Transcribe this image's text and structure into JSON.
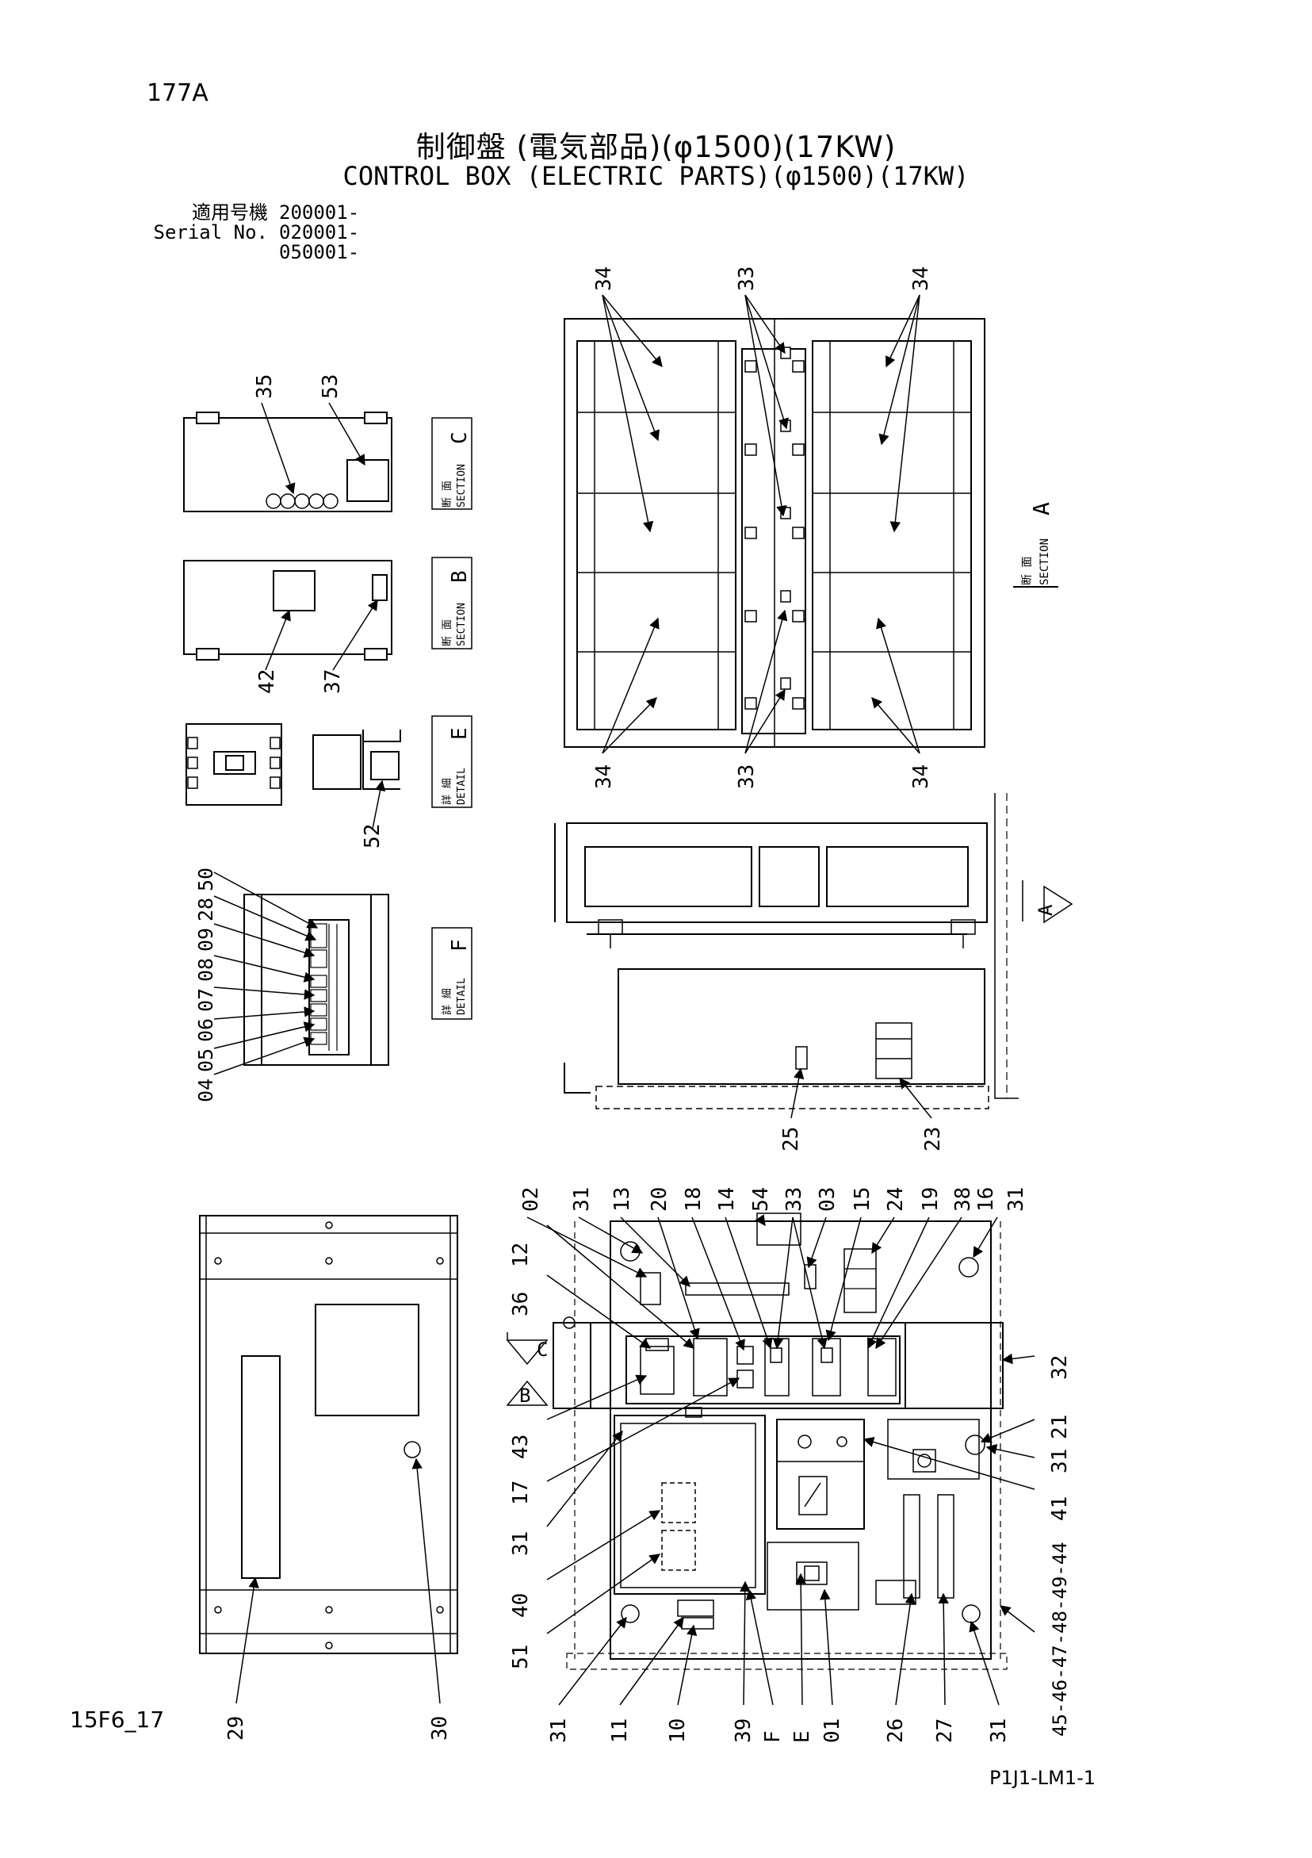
{
  "header": {
    "page_number": "177A",
    "title_jp": "制御盤 (電気部品)(φ1500)(17KW)",
    "title_en": "CONTROL BOX (ELECTRIC PARTS)(φ1500)(17KW)",
    "serial_label_jp": "適用号機",
    "serial_label_en": "Serial No.",
    "serials": [
      "200001-",
      "020001-",
      "050001-"
    ]
  },
  "sections": {
    "section_word_jp": "断 面",
    "section_word_en": "SECTION",
    "detail_word_jp": "詳 細",
    "detail_word_en": "DETAIL",
    "letters": [
      "A",
      "B",
      "C",
      "E",
      "F"
    ]
  },
  "callouts": {
    "top_view": [
      "34",
      "33",
      "34",
      "34",
      "33",
      "34"
    ],
    "section_c": [
      "35",
      "53"
    ],
    "section_b": [
      "42",
      "37"
    ],
    "detail_e": [
      "52"
    ],
    "detail_f": [
      "04",
      "05",
      "06",
      "07",
      "08",
      "09",
      "28",
      "50"
    ],
    "side_view": [
      "25",
      "23"
    ],
    "main_top": [
      "02",
      "31",
      "13",
      "20",
      "18",
      "14",
      "54",
      "33",
      "03",
      "15",
      "24",
      "19",
      "38",
      "16",
      "31"
    ],
    "main_left": [
      "12",
      "36",
      "43",
      "17",
      "31",
      "40",
      "51"
    ],
    "main_right": [
      "32",
      "21",
      "31",
      "41",
      "45-46-47-48-49-44"
    ],
    "main_bottom": [
      "31",
      "11",
      "10",
      "39",
      "F",
      "E",
      "01",
      "26",
      "27",
      "31"
    ],
    "cover": [
      "29",
      "30"
    ]
  },
  "footer": {
    "figure_code": "15F6_17",
    "sheet_code": "P1J1-LM1-1"
  }
}
